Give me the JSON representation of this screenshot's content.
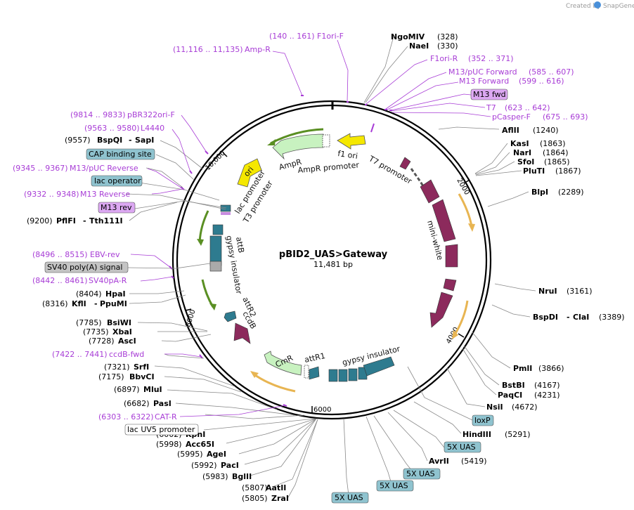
{
  "creator": "Created by",
  "brand": "SnapGene",
  "plasmid": {
    "name": "pBID2_UAS>Gateway",
    "size": "11,481 bp"
  },
  "ticks": [
    "2000",
    "4000",
    "6000",
    "8000",
    "10,000"
  ],
  "enzymes": [
    {
      "name": "NgoMIV",
      "pos": "(328)"
    },
    {
      "name": "NaeI",
      "pos": "(330)"
    },
    {
      "name": "AflII",
      "pos": "(1240)"
    },
    {
      "name": "KasI",
      "pos": "(1863)"
    },
    {
      "name": "NarI",
      "pos": "(1864)"
    },
    {
      "name": "SfoI",
      "pos": "(1865)"
    },
    {
      "name": "PluTI",
      "pos": "(1867)"
    },
    {
      "name": "BlpI",
      "pos": "(2289)"
    },
    {
      "name": "NruI",
      "pos": "(3161)"
    },
    {
      "name": "BspDI",
      "extra": "ClaI",
      "pos": "(3389)"
    },
    {
      "name": "PmlI",
      "pos": "(3866)"
    },
    {
      "name": "BstBI",
      "pos": "(4167)"
    },
    {
      "name": "PaqCI",
      "pos": "(4231)"
    },
    {
      "name": "NsiI",
      "pos": "(4672)"
    },
    {
      "name": "HindIII",
      "pos": "(5291)"
    },
    {
      "name": "AvrII",
      "pos": "(5419)"
    },
    {
      "name": "ZraI",
      "pos": "(5805)"
    },
    {
      "name": "AatII",
      "pos": "(5807)"
    },
    {
      "name": "BglII",
      "pos": "(5983)"
    },
    {
      "name": "PacI",
      "pos": "(5992)"
    },
    {
      "name": "AgeI",
      "pos": "(5995)"
    },
    {
      "name": "Acc65I",
      "pos": "(5998)"
    },
    {
      "name": "KpnI",
      "pos": "(6002)"
    },
    {
      "name": "PasI",
      "pos": "(6682)"
    },
    {
      "name": "MluI",
      "pos": "(6897)"
    },
    {
      "name": "BbvCI",
      "pos": "(7175)"
    },
    {
      "name": "SrfI",
      "pos": "(7321)"
    },
    {
      "name": "AscI",
      "pos": "(7728)"
    },
    {
      "name": "XbaI",
      "pos": "(7735)"
    },
    {
      "name": "BsiWI",
      "pos": "(7785)"
    },
    {
      "name": "KflI",
      "extra": "PpuMI",
      "pos": "(8316)"
    },
    {
      "name": "HpaI",
      "pos": "(8404)"
    },
    {
      "name": "PflFI",
      "extra": "Tth111I",
      "pos": "(9200)"
    },
    {
      "name": "BspQI",
      "extra": "SapI",
      "pos": "(9557)"
    }
  ],
  "primers": [
    {
      "range": "(140 .. 161)",
      "name": "F1ori-F"
    },
    {
      "range": "(11,116 .. 11,135)",
      "name": "Amp-R"
    },
    {
      "range": "",
      "name": "F1ori-R",
      "range2": "(352 .. 371)"
    },
    {
      "range": "",
      "name": "M13/pUC Forward",
      "range2": "(585 .. 607)"
    },
    {
      "range": "",
      "name": "M13 Forward",
      "range2": "(599 .. 616)"
    },
    {
      "range": "",
      "name": "T7",
      "range2": "(623 .. 642)"
    },
    {
      "range": "",
      "name": "pCasper-F",
      "range2": "(675 .. 693)"
    },
    {
      "range": "(9814 .. 9833)",
      "name": "pBR322ori-F"
    },
    {
      "range": "(9563 .. 9580)",
      "name": "L4440"
    },
    {
      "range": "(9345 .. 9367)",
      "name": "M13/pUC Reverse"
    },
    {
      "range": "(9332 .. 9348)",
      "name": "M13 Reverse"
    },
    {
      "range": "(8496 .. 8515)",
      "name": "EBV-rev"
    },
    {
      "range": "(8442 .. 8461)",
      "name": "SV40pA-R"
    },
    {
      "range": "(7422 .. 7441)",
      "name": "ccdB-fwd"
    },
    {
      "range": "(6303 .. 6322)",
      "name": "CAT-R"
    }
  ],
  "boxes": {
    "m13fwd": "M13 fwd",
    "cap": "CAP binding site",
    "lacop": "lac operator",
    "m13rev": "M13 rev",
    "sv40": "SV40 poly(A) signal",
    "lacuv5": "lac UV5 promoter",
    "loxp": "loxP",
    "uas1": "5X UAS",
    "uas2": "5X UAS",
    "uas3": "5X UAS",
    "uas4": "5X UAS"
  },
  "features": {
    "f1ori": "f1 ori",
    "ampr": "AmpR",
    "amprprom": "AmpR promoter",
    "t7prom": "T7 promoter",
    "ori": "ori",
    "lacprom": "lac promoter",
    "t3prom": "T3 promoter",
    "attb": "attB",
    "gypsy1": "gypsy insulator",
    "miniwhite": "mini-white",
    "attr2": "attR2",
    "ccdb": "ccdB",
    "cmr": "CmR",
    "attr1": "attR1",
    "gypsy2": "gypsy insulator"
  },
  "colors": {
    "purple": "#a83dd6",
    "maroon": "#8c2a5c",
    "teal": "#2e7b8f",
    "green_arrow": "#c8f2c0",
    "yellow": "#f5e800",
    "orange_line": "#e8b552",
    "box_blue": "#8fc3cf",
    "box_purple": "#dca8f2",
    "box_gray": "#c4c4c4"
  }
}
